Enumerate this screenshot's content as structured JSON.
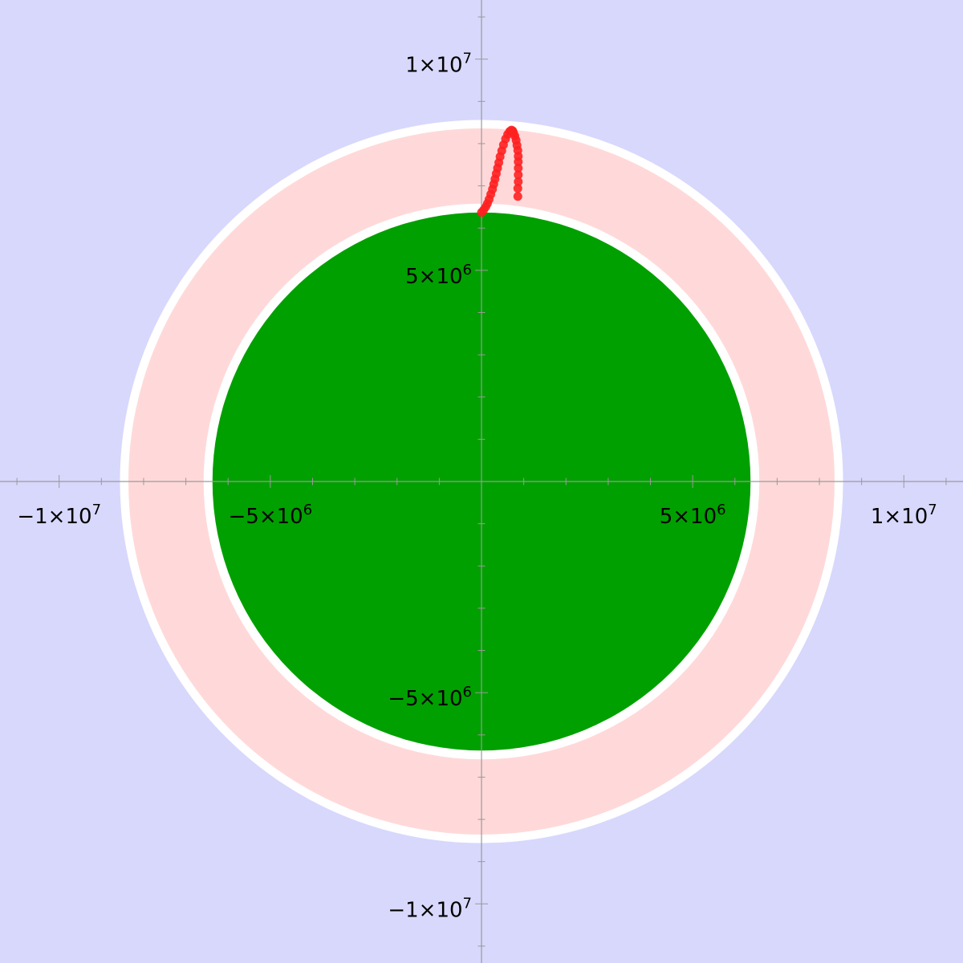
{
  "chart_data": {
    "type": "scatter",
    "title": "",
    "xlabel": "",
    "ylabel": "",
    "xlim": [
      -11400000,
      11400000
    ],
    "ylim": [
      -11400000,
      11400000
    ],
    "grid": false,
    "colors": {
      "background": "#d8d8fd",
      "outer_disk": "#ffffff",
      "ring": "#ffd9d9",
      "gap": "#ffffff",
      "earth": "#00a000",
      "points": "#ff2020",
      "axis": "#9a9a9a"
    },
    "disks": [
      {
        "name": "outer-ring-edge",
        "radius": 8560000,
        "color": "#ffffff"
      },
      {
        "name": "ring",
        "radius": 8360000,
        "color": "#ffd9d9"
      },
      {
        "name": "earth-edge",
        "radius": 6580000,
        "color": "#ffffff"
      },
      {
        "name": "earth",
        "radius": 6370000,
        "color": "#00a000"
      }
    ],
    "x_ticks": [
      {
        "value": -10000000,
        "mantissa": "−1×10",
        "exp": "7"
      },
      {
        "value": -5000000,
        "mantissa": "−5×10",
        "exp": "6"
      },
      {
        "value": 5000000,
        "mantissa": "5×10",
        "exp": "6"
      },
      {
        "value": 10000000,
        "mantissa": "1×10",
        "exp": "7"
      }
    ],
    "y_ticks": [
      {
        "value": 10000000,
        "mantissa": "1×10",
        "exp": "7"
      },
      {
        "value": 5000000,
        "mantissa": "5×10",
        "exp": "6"
      },
      {
        "value": -5000000,
        "mantissa": "−5×10",
        "exp": "6"
      },
      {
        "value": -10000000,
        "mantissa": "−1×10",
        "exp": "7"
      }
    ],
    "minor_tick_step": 1000000,
    "series": [
      {
        "points": [
          [
            0,
            6370000
          ],
          [
            50000,
            6430000
          ],
          [
            100000,
            6500000
          ],
          [
            140000,
            6580000
          ],
          [
            180000,
            6680000
          ],
          [
            220000,
            6800000
          ],
          [
            260000,
            6920000
          ],
          [
            290000,
            7040000
          ],
          [
            320000,
            7160000
          ],
          [
            350000,
            7290000
          ],
          [
            380000,
            7420000
          ],
          [
            410000,
            7550000
          ],
          [
            440000,
            7690000
          ],
          [
            480000,
            7830000
          ],
          [
            520000,
            7970000
          ],
          [
            570000,
            8110000
          ],
          [
            620000,
            8220000
          ],
          [
            670000,
            8290000
          ],
          [
            710000,
            8320000
          ],
          [
            740000,
            8300000
          ],
          [
            760000,
            8250000
          ],
          [
            790000,
            8180000
          ],
          [
            820000,
            8080000
          ],
          [
            840000,
            7960000
          ],
          [
            860000,
            7840000
          ],
          [
            870000,
            7700000
          ],
          [
            870000,
            7570000
          ],
          [
            870000,
            7420000
          ],
          [
            870000,
            7260000
          ],
          [
            870000,
            7100000
          ],
          [
            860000,
            6940000
          ],
          [
            860000,
            6750000
          ]
        ]
      }
    ]
  }
}
